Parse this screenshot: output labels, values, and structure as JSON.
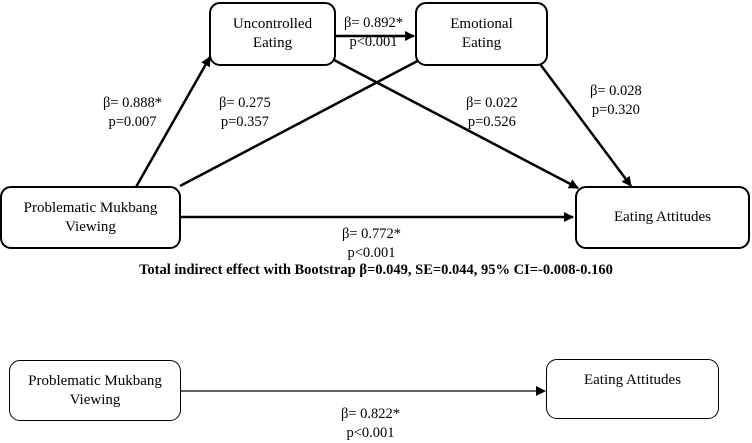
{
  "model": {
    "nodes": {
      "uncontrolled": {
        "line1": "Uncontrolled",
        "line2": "Eating"
      },
      "emotional": {
        "line1": "Emotional",
        "line2": "Eating"
      },
      "mukbang": {
        "line1": "Problematic Mukbang",
        "line2": "Viewing"
      },
      "attitudes": {
        "line1": "Eating Attitudes"
      }
    },
    "paths": {
      "mukbang_to_uncontrolled": {
        "beta": "β= 0.888*",
        "p": "p=0.007"
      },
      "mukbang_to_emotional": {
        "beta": "β= 0.275",
        "p": "p=0.357"
      },
      "uncontrolled_to_emotional": {
        "beta": "β= 0.892*",
        "p": "p<0.001"
      },
      "uncontrolled_to_attitudes": {
        "beta": "β= 0.022",
        "p": "p=0.526"
      },
      "emotional_to_attitudes": {
        "beta": "β= 0.028",
        "p": "p=0.320"
      },
      "mukbang_to_attitudes": {
        "beta": "β= 0.772*",
        "p": "p<0.001"
      }
    },
    "total_indirect": "Total indirect effect with Bootstrap β=0.049, SE=0.044, 95% CI=-0.008-0.160"
  },
  "direct_model": {
    "nodes": {
      "mukbang": {
        "line1": "Problematic Mukbang",
        "line2": "Viewing"
      },
      "attitudes": {
        "line1": "Eating Attitudes"
      }
    },
    "path": {
      "beta": "β= 0.822*",
      "p": "p<0.001"
    }
  }
}
